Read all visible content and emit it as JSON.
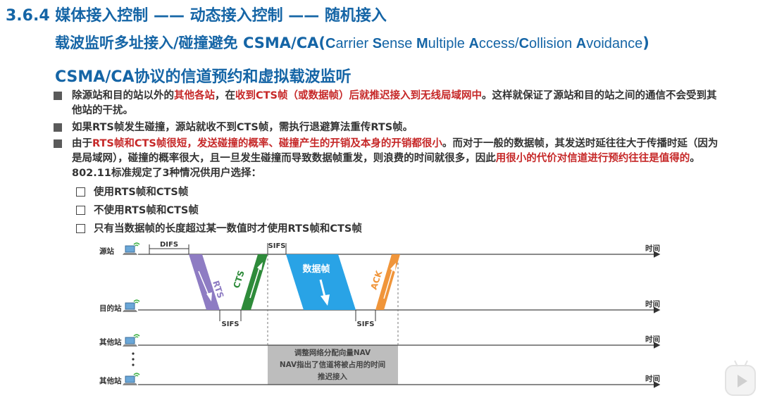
{
  "header": {
    "section_title": "3.6.4 媒体接入控制 —— 动态接入控制 —— 随机接入",
    "subtitle_cn": "载波监听多址接入/碰撞避免 CSMA/CA(",
    "subtitle_parts": [
      {
        "cap": "C",
        "rest": "arrier "
      },
      {
        "cap": "S",
        "rest": "ense "
      },
      {
        "cap": "M",
        "rest": "ultiple "
      },
      {
        "cap": "A",
        "rest": "ccess/"
      },
      {
        "cap": "C",
        "rest": "ollision "
      },
      {
        "cap": "A",
        "rest": "voidance"
      }
    ],
    "subtitle_close": ")",
    "topic_title": "CSMA/CA协议的信道预约和虚拟载波监听"
  },
  "bullets": {
    "b1": {
      "p1": "除源站和目的站以外的",
      "r1": "其他各站",
      "p2": "，在",
      "r2": "收到CTS帧（或数据帧）后就推迟接入到无线局域网中",
      "p3": "。这样就保证了源站和目的站之间的通信不会受到其他站的干扰。"
    },
    "b2": {
      "p1": "如果RTS帧发生碰撞，源站就收不到CTS帧，需执行退避算法重传RTS帧。"
    },
    "b3": {
      "p1": "由于",
      "r1": "RTS帧和CTS帧很短，发送碰撞的概率、碰撞产生的开销及本身的开销都很小",
      "p2": "。而对于一般的数据帧，其发送时延往往大于传播时延（因为是局域网），碰撞的概率很大，且一旦发生碰撞而导致数据帧重发，则浪费的时间就很多，因此",
      "r2": "用很小的代价对信道进行预约往往是值得的",
      "p3": "。802.11标准规定了3种情况供用户选择："
    }
  },
  "options": [
    "使用RTS帧和CTS帧",
    "不使用RTS帧和CTS帧",
    "只有当数据帧的长度超过某一数值时才使用RTS帧和CTS帧"
  ],
  "diagram": {
    "stations": [
      "源站",
      "目的站",
      "其他站",
      "其他站"
    ],
    "time_label": "时间",
    "difs": "DIFS",
    "sifs": "SIFS",
    "frames": {
      "rts": "RTS",
      "cts": "CTS",
      "data": "数据帧",
      "ack": "ACK"
    },
    "nav_lines": [
      "调整网络分配向量NAV",
      "NAV指出了信道将被占用的时间",
      "推迟接入"
    ],
    "colors": {
      "rts": "#8e7cc3",
      "cts": "#2e8b3a",
      "data": "#29a3e6",
      "ack": "#f0953a",
      "nav": "#bdbdbd",
      "title": "#1565a6",
      "highlight": "#c62828"
    }
  }
}
